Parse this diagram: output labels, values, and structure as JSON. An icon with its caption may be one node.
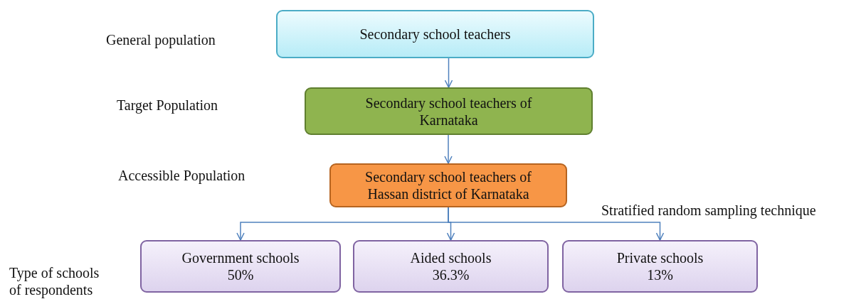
{
  "diagram": {
    "nodes": [
      {
        "text": [
          "Secondary school teachers"
        ]
      },
      {
        "text": [
          "Secondary school teachers of Karnataka"
        ]
      },
      {
        "text": [
          "Secondary school teachers of Hassan district of Karnataka"
        ]
      },
      {
        "text": [
          "Government schools",
          "50%"
        ]
      },
      {
        "text": [
          "Aided schools",
          "36.3%"
        ]
      },
      {
        "text": [
          "Private schools",
          "13%"
        ]
      }
    ],
    "edges": [
      {
        "from": 0,
        "to": 1,
        "arrow": "to"
      },
      {
        "from": 1,
        "to": 2,
        "arrow": "to"
      },
      {
        "from": 2,
        "to": 3,
        "arrow": "to"
      },
      {
        "from": 2,
        "to": 4,
        "arrow": "to"
      },
      {
        "from": 2,
        "to": 5,
        "arrow": "to"
      }
    ],
    "labels": [
      "General population",
      "Target Population",
      "Accessible Population",
      "Stratified random sampling technique",
      "Type of schools of respondents"
    ]
  }
}
